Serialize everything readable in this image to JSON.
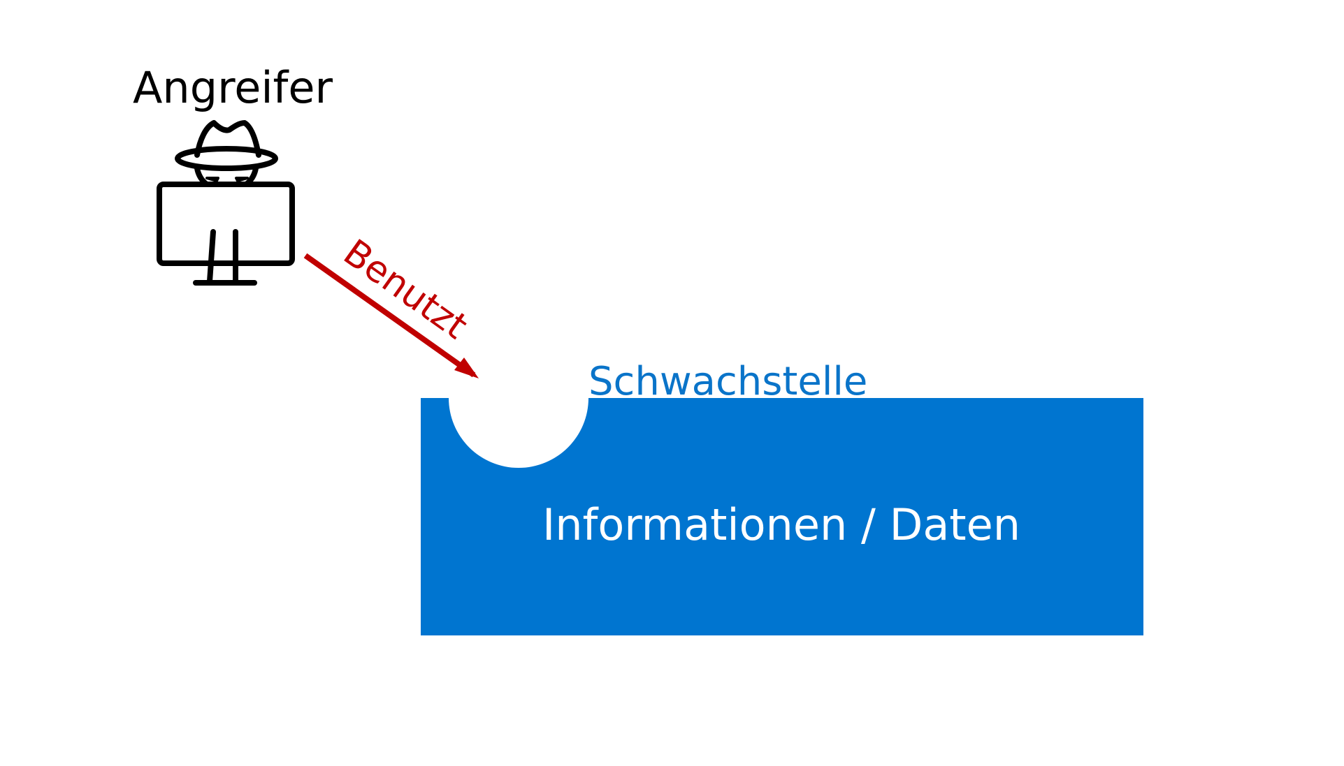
{
  "attacker": {
    "label": "Angreifer",
    "icon": "hacker-at-computer-icon",
    "color": "#000000"
  },
  "arrow": {
    "label": "Benutzt",
    "color": "#c00000"
  },
  "vulnerability": {
    "label": "Schwachstelle",
    "color": "#0a74c9"
  },
  "data_block": {
    "label": "Informationen / Daten",
    "fill": "#0075d0",
    "text_color": "#ffffff"
  }
}
